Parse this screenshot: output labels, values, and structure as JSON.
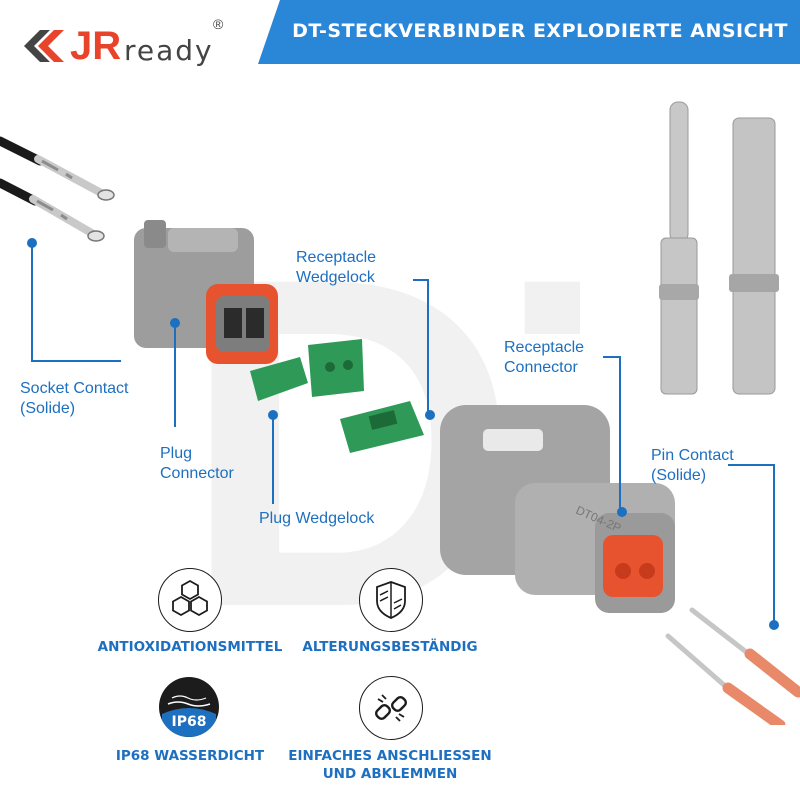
{
  "brand": {
    "logo_jr": "JR",
    "logo_ready": "ready",
    "logo_registered": "®"
  },
  "header": {
    "title": "DT-STECKVERBINDER EXPLODIERTE ANSICHT"
  },
  "watermark": "DT",
  "parts": {
    "socket_contact": [
      "Socket Contact",
      "(Solide)"
    ],
    "plug_connector": [
      "Plug",
      "Connector"
    ],
    "receptacle_wedgelock": [
      "Receptacle",
      "Wedgelock"
    ],
    "plug_wedgelock": [
      "Plug Wedgelock"
    ],
    "receptacle_connector": [
      "Receptacle",
      "Connector"
    ],
    "pin_contact": [
      "Pin Contact",
      "(Solide)"
    ]
  },
  "connector_marking": "DT04-2P",
  "features": {
    "antioxidation": "ANTIOXIDATIONSMITTEL",
    "aging": "ALTERUNGSBESTÄNDIG",
    "waterproof": "IP68 WASSERDICHT",
    "waterproof_badge": "IP68",
    "easy_connect_line1": "EINFACHES ANSCHLIESSEN",
    "easy_connect_line2": "UND ABKLEMMEN"
  },
  "colors": {
    "accent_blue": "#1d6fc0",
    "header_blue": "#2a86d6",
    "brand_red": "#e8432b",
    "connector_grey": "#9a9a9a",
    "seal_orange": "#e8532f",
    "wedgelock_green": "#2f9a57"
  }
}
